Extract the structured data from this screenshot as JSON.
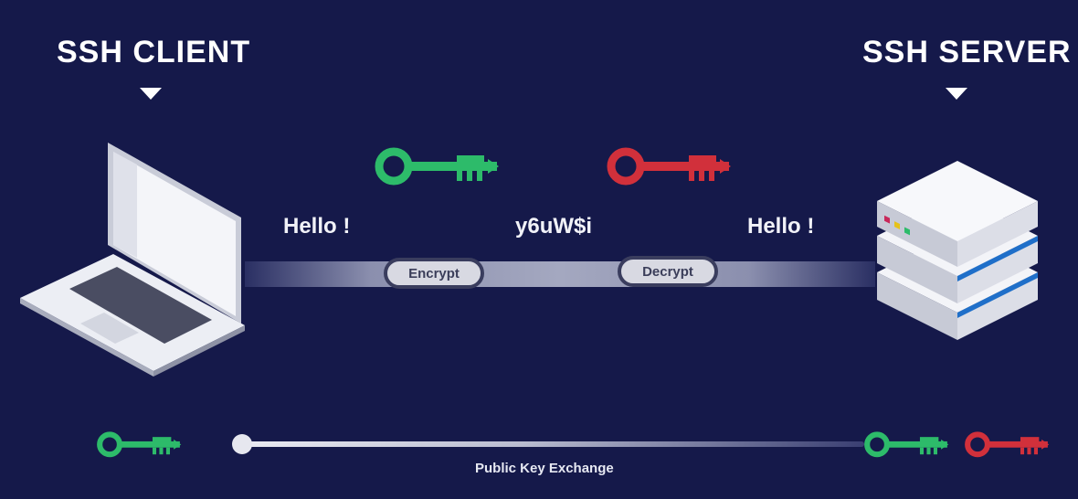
{
  "client": {
    "title": "SSH CLIENT"
  },
  "server": {
    "title": "SSH SERVER"
  },
  "messages": {
    "plaintext_left": "Hello !",
    "ciphertext": "y6uW$i",
    "plaintext_right": "Hello !"
  },
  "steps": {
    "encrypt": "Encrypt",
    "decrypt": "Decrypt"
  },
  "exchange": {
    "label": "Public Key Exchange"
  },
  "colors": {
    "background": "#15194a",
    "public_key": "#2dbb6a",
    "private_key": "#d1303b",
    "server_stripe": "#1f6fc9"
  },
  "icons": {
    "client": "laptop-icon",
    "server": "server-stack-icon",
    "public_key": "green-key-icon",
    "private_key": "red-key-icon"
  }
}
